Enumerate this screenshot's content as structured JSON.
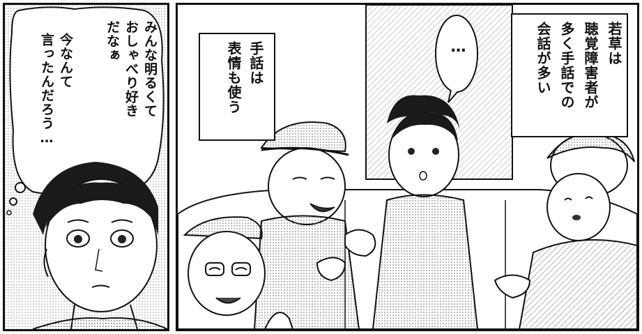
{
  "left_panel": {
    "thought_lines": [
      "みんな明るくて",
      "おしゃべり好き",
      "だなぁ",
      "今なんて",
      "言ったんだろう…"
    ]
  },
  "right_panel": {
    "narration_lines": [
      "若草は",
      "聴覚障害者が",
      "多く手話での",
      "会話が多い"
    ],
    "sign_caption_lines": [
      "手話は",
      "表情も使う"
    ],
    "ellipsis": "…"
  }
}
